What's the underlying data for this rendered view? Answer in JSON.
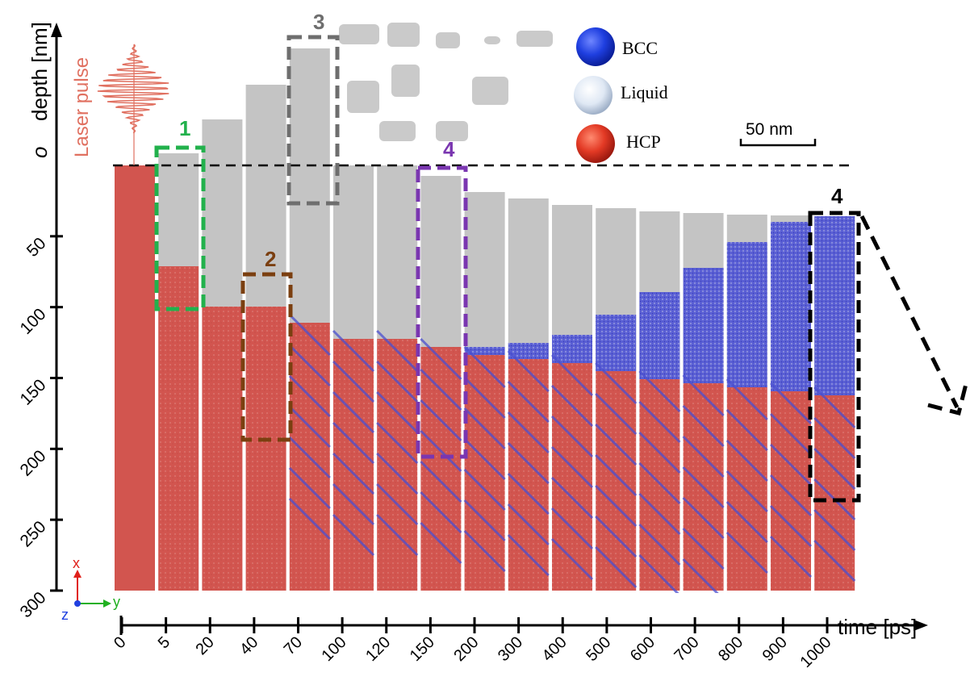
{
  "axes": {
    "depth_label": "depth [nm]",
    "depth_origin_label": "o",
    "depth_ticks": [
      "50",
      "100",
      "150",
      "200",
      "250",
      "300"
    ],
    "time_label": "time [ps]",
    "time_ticks": [
      "0",
      "5",
      "20",
      "40",
      "70",
      "100",
      "120",
      "150",
      "200",
      "300",
      "400",
      "500",
      "600",
      "700",
      "800",
      "900",
      "1000"
    ]
  },
  "laser_label": "Laser pulse",
  "legend": {
    "bcc": "BCC",
    "liquid": "Liquid",
    "hcp": "HCP"
  },
  "scale_bar": "50 nm",
  "orientation": {
    "x": "x",
    "y": "y",
    "z": "z"
  },
  "boxes": {
    "box1": "1",
    "box2": "2",
    "box3": "3",
    "box4a": "4",
    "box4b": "4"
  },
  "colors": {
    "hcp": "#d2554f",
    "liquid": "#c4c4c4",
    "bcc": "#4a4fd0",
    "box1": "#22b14c",
    "box2": "#7b3f10",
    "box3": "#6e6e6e",
    "box4": "#7a36b0",
    "box4b": "#000000",
    "laser": "#e07060"
  }
}
